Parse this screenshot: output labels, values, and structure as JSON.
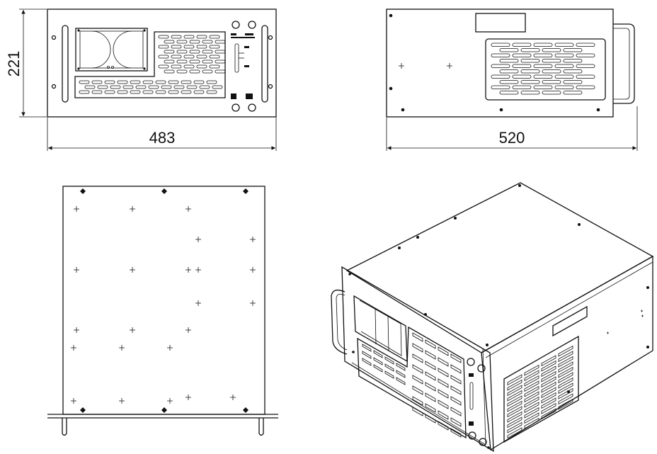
{
  "drawing": {
    "dimensions": {
      "front_height": "221",
      "front_width": "483",
      "side_depth": "520"
    }
  }
}
